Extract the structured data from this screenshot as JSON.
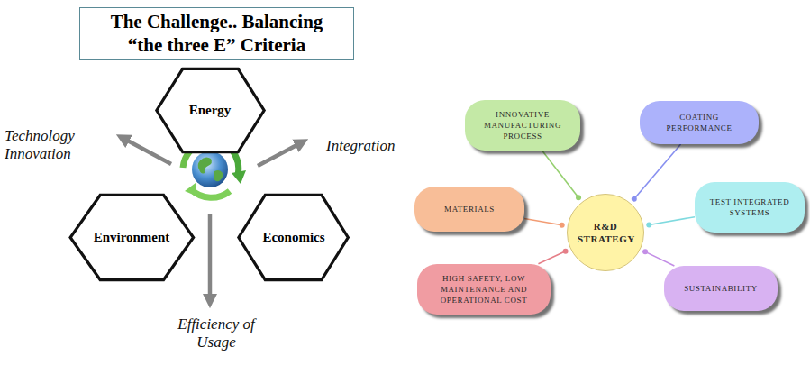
{
  "diagram": {
    "title": "The Challenge.. Balancing “the three E” Criteria",
    "nodes": [
      {
        "text": [
          "Energy"
        ]
      },
      {
        "text": [
          "Environment"
        ]
      },
      {
        "text": [
          "Economics"
        ]
      },
      {
        "text": [
          "R&D STRATEGY"
        ]
      },
      {
        "text": [
          "INNOVATIVE MANUFACTURING PROCESS"
        ]
      },
      {
        "text": [
          "COATING PERFORMANCE"
        ]
      },
      {
        "text": [
          "MATERIALS"
        ]
      },
      {
        "text": [
          "TEST INTEGRATED SYSTEMS"
        ]
      },
      {
        "text": [
          "HIGH SAFETY, LOW MAINTENANCE AND OPERATIONAL COST"
        ]
      },
      {
        "text": [
          "SUSTAINABILITY"
        ]
      }
    ],
    "edges": [
      {
        "from": 4,
        "to": 3,
        "arrow": "none"
      },
      {
        "from": 5,
        "to": 3,
        "arrow": "none"
      },
      {
        "from": 6,
        "to": 3,
        "arrow": "none"
      },
      {
        "from": 7,
        "to": 3,
        "arrow": "none"
      },
      {
        "from": 8,
        "to": 3,
        "arrow": "none"
      },
      {
        "from": 9,
        "to": 3,
        "arrow": "none"
      }
    ],
    "labels": [
      "Technology Innovation",
      "Integration",
      "Efficiency of Usage"
    ]
  }
}
